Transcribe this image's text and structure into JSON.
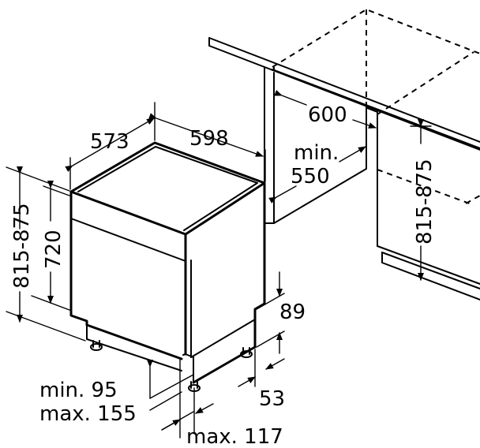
{
  "labels": {
    "width_cabinet": "600",
    "min_depth_line1": "min.",
    "min_depth_line2": "550",
    "height_niche": "815-875",
    "depth_appliance": "573",
    "width_appliance": "598",
    "height_total": "815-875",
    "height_body": "720",
    "plinth_height": "89",
    "plinth_depth": "53",
    "foot_min": "min. 95",
    "foot_max": "max. 155",
    "door_overhang": "max. 117"
  }
}
